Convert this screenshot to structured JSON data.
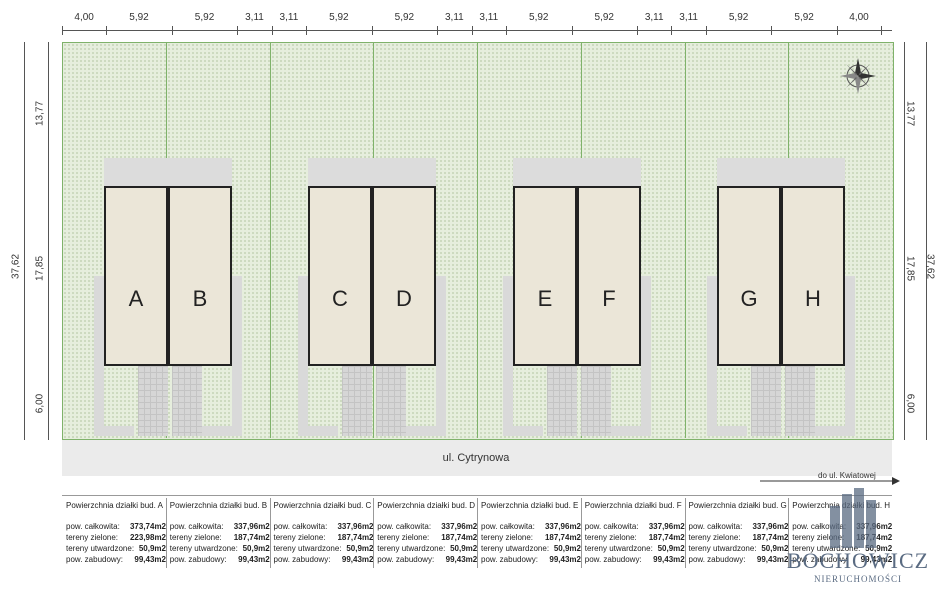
{
  "top_dimensions": [
    "4,00",
    "5,92",
    "5,92",
    "3,11",
    "3,11",
    "5,92",
    "5,92",
    "3,11",
    "3,11",
    "5,92",
    "5,92",
    "3,11",
    "3,11",
    "5,92",
    "5,92",
    "4,00"
  ],
  "left_dimensions": {
    "total": "37,62",
    "top": "13,77",
    "middle": "17,85",
    "bottom": "6,00"
  },
  "right_dimensions": {
    "total": "37,62",
    "top": "13,77",
    "middle": "17,85",
    "bottom": "6,00"
  },
  "houses": [
    "A",
    "B",
    "C",
    "D",
    "E",
    "F",
    "G",
    "H"
  ],
  "street": {
    "name": "ul. Cytrynowa",
    "direction": "do ul. Kwiatowej"
  },
  "plots": [
    {
      "header": "Powierzchnia działki bud. A",
      "rows": [
        [
          "pow. całkowita:",
          "373,74m2"
        ],
        [
          "tereny zielone:",
          "223,98m2"
        ],
        [
          "tereny utwardzone:",
          "50,9m2"
        ],
        [
          "pow. zabudowy:",
          "99,43m2"
        ]
      ]
    },
    {
      "header": "Powierzchnia działki bud. B",
      "rows": [
        [
          "pow. całkowita:",
          "337,96m2"
        ],
        [
          "tereny zielone:",
          "187,74m2"
        ],
        [
          "tereny utwardzone:",
          "50,9m2"
        ],
        [
          "pow. zabudowy:",
          "99,43m2"
        ]
      ]
    },
    {
      "header": "Powierzchnia działki bud. C",
      "rows": [
        [
          "pow. całkowita:",
          "337,96m2"
        ],
        [
          "tereny zielone:",
          "187,74m2"
        ],
        [
          "tereny utwardzone:",
          "50,9m2"
        ],
        [
          "pow. zabudowy:",
          "99,43m2"
        ]
      ]
    },
    {
      "header": "Powierzchnia działki bud. D",
      "rows": [
        [
          "pow. całkowita:",
          "337,96m2"
        ],
        [
          "tereny zielone:",
          "187,74m2"
        ],
        [
          "tereny utwardzone:",
          "50,9m2"
        ],
        [
          "pow. zabudowy:",
          "99,43m2"
        ]
      ]
    },
    {
      "header": "Powierzchnia działki bud. E",
      "rows": [
        [
          "pow. całkowita:",
          "337,96m2"
        ],
        [
          "tereny zielone:",
          "187,74m2"
        ],
        [
          "tereny utwardzone:",
          "50,9m2"
        ],
        [
          "pow. zabudowy:",
          "99,43m2"
        ]
      ]
    },
    {
      "header": "Powierzchnia działki bud. F",
      "rows": [
        [
          "pow. całkowita:",
          "337,96m2"
        ],
        [
          "tereny zielone:",
          "187,74m2"
        ],
        [
          "tereny utwardzone:",
          "50,9m2"
        ],
        [
          "pow. zabudowy:",
          "99,43m2"
        ]
      ]
    },
    {
      "header": "Powierzchnia działki bud. G",
      "rows": [
        [
          "pow. całkowita:",
          "337,96m2"
        ],
        [
          "tereny zielone:",
          "187,74m2"
        ],
        [
          "tereny utwardzone:",
          "50,9m2"
        ],
        [
          "pow. zabudowy:",
          "99,43m2"
        ]
      ]
    },
    {
      "header": "Powierzchnia działki bud. H",
      "rows": [
        [
          "pow. całkowita:",
          "337,96m2"
        ],
        [
          "tereny zielone:",
          "187,74m2"
        ],
        [
          "tereny utwardzone:",
          "50,9m2"
        ],
        [
          "pow. zabudowy:",
          "99,43m2"
        ]
      ]
    }
  ],
  "watermark": {
    "brand": "BOCHOWICZ",
    "subtitle": "NIERUCHOMOŚCI"
  },
  "colors": {
    "lawn": "#e6eedd",
    "plot_border": "#7fb26a",
    "house": "#ebe6d8",
    "watermark": "#5a6b82"
  }
}
